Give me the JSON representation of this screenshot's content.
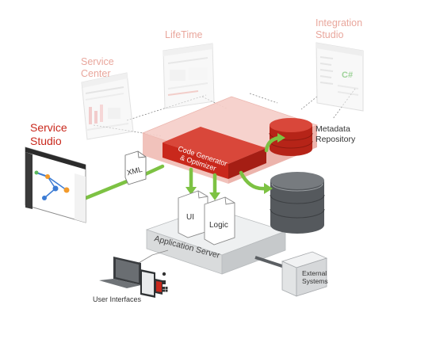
{
  "labels": {
    "service_center": [
      "Service",
      "Center"
    ],
    "lifetime": "LifeTime",
    "integration_studio": [
      "Integration",
      "Studio"
    ],
    "service_studio": [
      "Service",
      "Studio"
    ],
    "code_generator": [
      "Code Generator",
      "& Optimizer"
    ],
    "metadata_repository": [
      "Metadata",
      "Repository"
    ],
    "xml": "XML",
    "ui": "UI",
    "logic": "Logic",
    "application_server": "Application Server",
    "external_systems": [
      "External",
      "Systems"
    ],
    "user_interfaces": "User Interfaces",
    "csharp": "C#"
  },
  "colors": {
    "accent_red": "#c9281c",
    "light_red": "#e8a197",
    "pale_red": "#f6cfc9",
    "arrow_green": "#7dc243",
    "server_gray": "#d7d9da",
    "dark_gray": "#4a4e52"
  }
}
